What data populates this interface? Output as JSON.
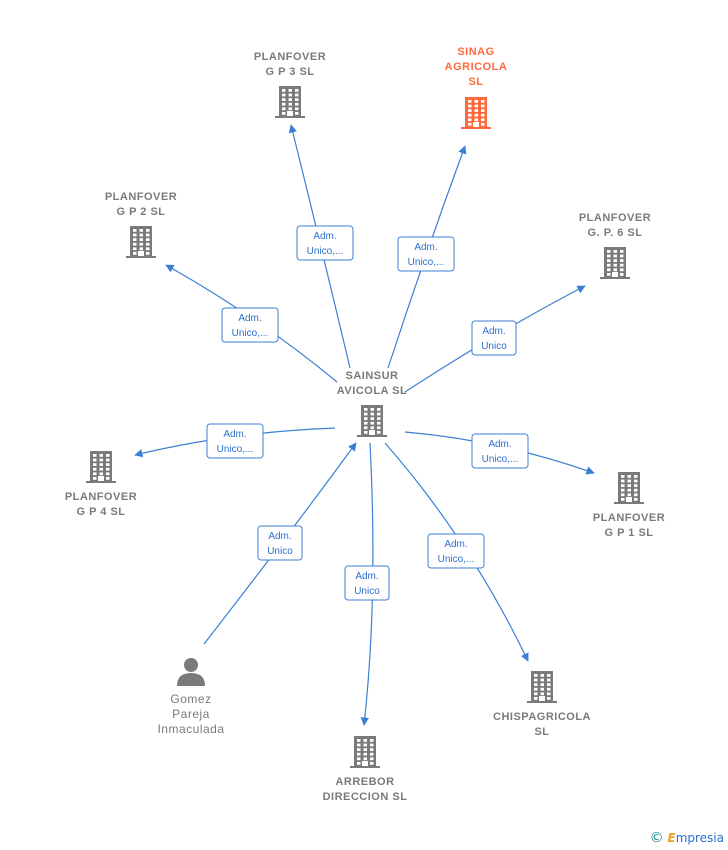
{
  "colors": {
    "edge": "#3b7fd4",
    "node": "#7a7a7a",
    "highlight": "#ff6a3c"
  },
  "nodes": [
    {
      "id": "center",
      "type": "company",
      "lines": [
        "SAINSUR",
        "AVICOLA  SL"
      ],
      "highlight": false
    },
    {
      "id": "gp3",
      "type": "company",
      "lines": [
        "PLANFOVER",
        "G P 3  SL"
      ],
      "highlight": false
    },
    {
      "id": "sinag",
      "type": "company",
      "lines": [
        "SINAG",
        "AGRICOLA",
        "SL"
      ],
      "highlight": true
    },
    {
      "id": "gp2",
      "type": "company",
      "lines": [
        "PLANFOVER",
        "G P 2  SL"
      ],
      "highlight": false
    },
    {
      "id": "gp6",
      "type": "company",
      "lines": [
        "PLANFOVER",
        "G.  P. 6  SL"
      ],
      "highlight": false
    },
    {
      "id": "gp4",
      "type": "company",
      "lines": [
        "PLANFOVER",
        "G P 4  SL"
      ],
      "highlight": false
    },
    {
      "id": "gp1",
      "type": "company",
      "lines": [
        "PLANFOVER",
        "G P 1  SL"
      ],
      "highlight": false
    },
    {
      "id": "gomez",
      "type": "person",
      "lines": [
        "Gomez",
        "Pareja",
        "Inmaculada"
      ],
      "highlight": false
    },
    {
      "id": "chispa",
      "type": "company",
      "lines": [
        "CHISPAGRICOLA",
        "SL"
      ],
      "highlight": false
    },
    {
      "id": "arrebor",
      "type": "company",
      "lines": [
        "ARREBOR",
        "DIRECCION  SL"
      ],
      "highlight": false
    }
  ],
  "edges": [
    {
      "from": "center",
      "to": "gp3",
      "label": [
        "Adm.",
        "Unico,..."
      ]
    },
    {
      "from": "center",
      "to": "sinag",
      "label": [
        "Adm.",
        "Unico,..."
      ]
    },
    {
      "from": "center",
      "to": "gp2",
      "label": [
        "Adm.",
        "Unico,..."
      ]
    },
    {
      "from": "center",
      "to": "gp6",
      "label": [
        "Adm.",
        "Unico"
      ]
    },
    {
      "from": "center",
      "to": "gp4",
      "label": [
        "Adm.",
        "Unico,..."
      ]
    },
    {
      "from": "center",
      "to": "gp1",
      "label": [
        "Adm.",
        "Unico,..."
      ]
    },
    {
      "from": "gomez",
      "to": "center",
      "label": [
        "Adm.",
        "Unico"
      ]
    },
    {
      "from": "center",
      "to": "chispa",
      "label": [
        "Adm.",
        "Unico,..."
      ]
    },
    {
      "from": "center",
      "to": "arrebor",
      "label": [
        "Adm.",
        "Unico"
      ]
    }
  ],
  "brand": {
    "symbol": "©",
    "initial": "E",
    "rest": "mpresia"
  }
}
